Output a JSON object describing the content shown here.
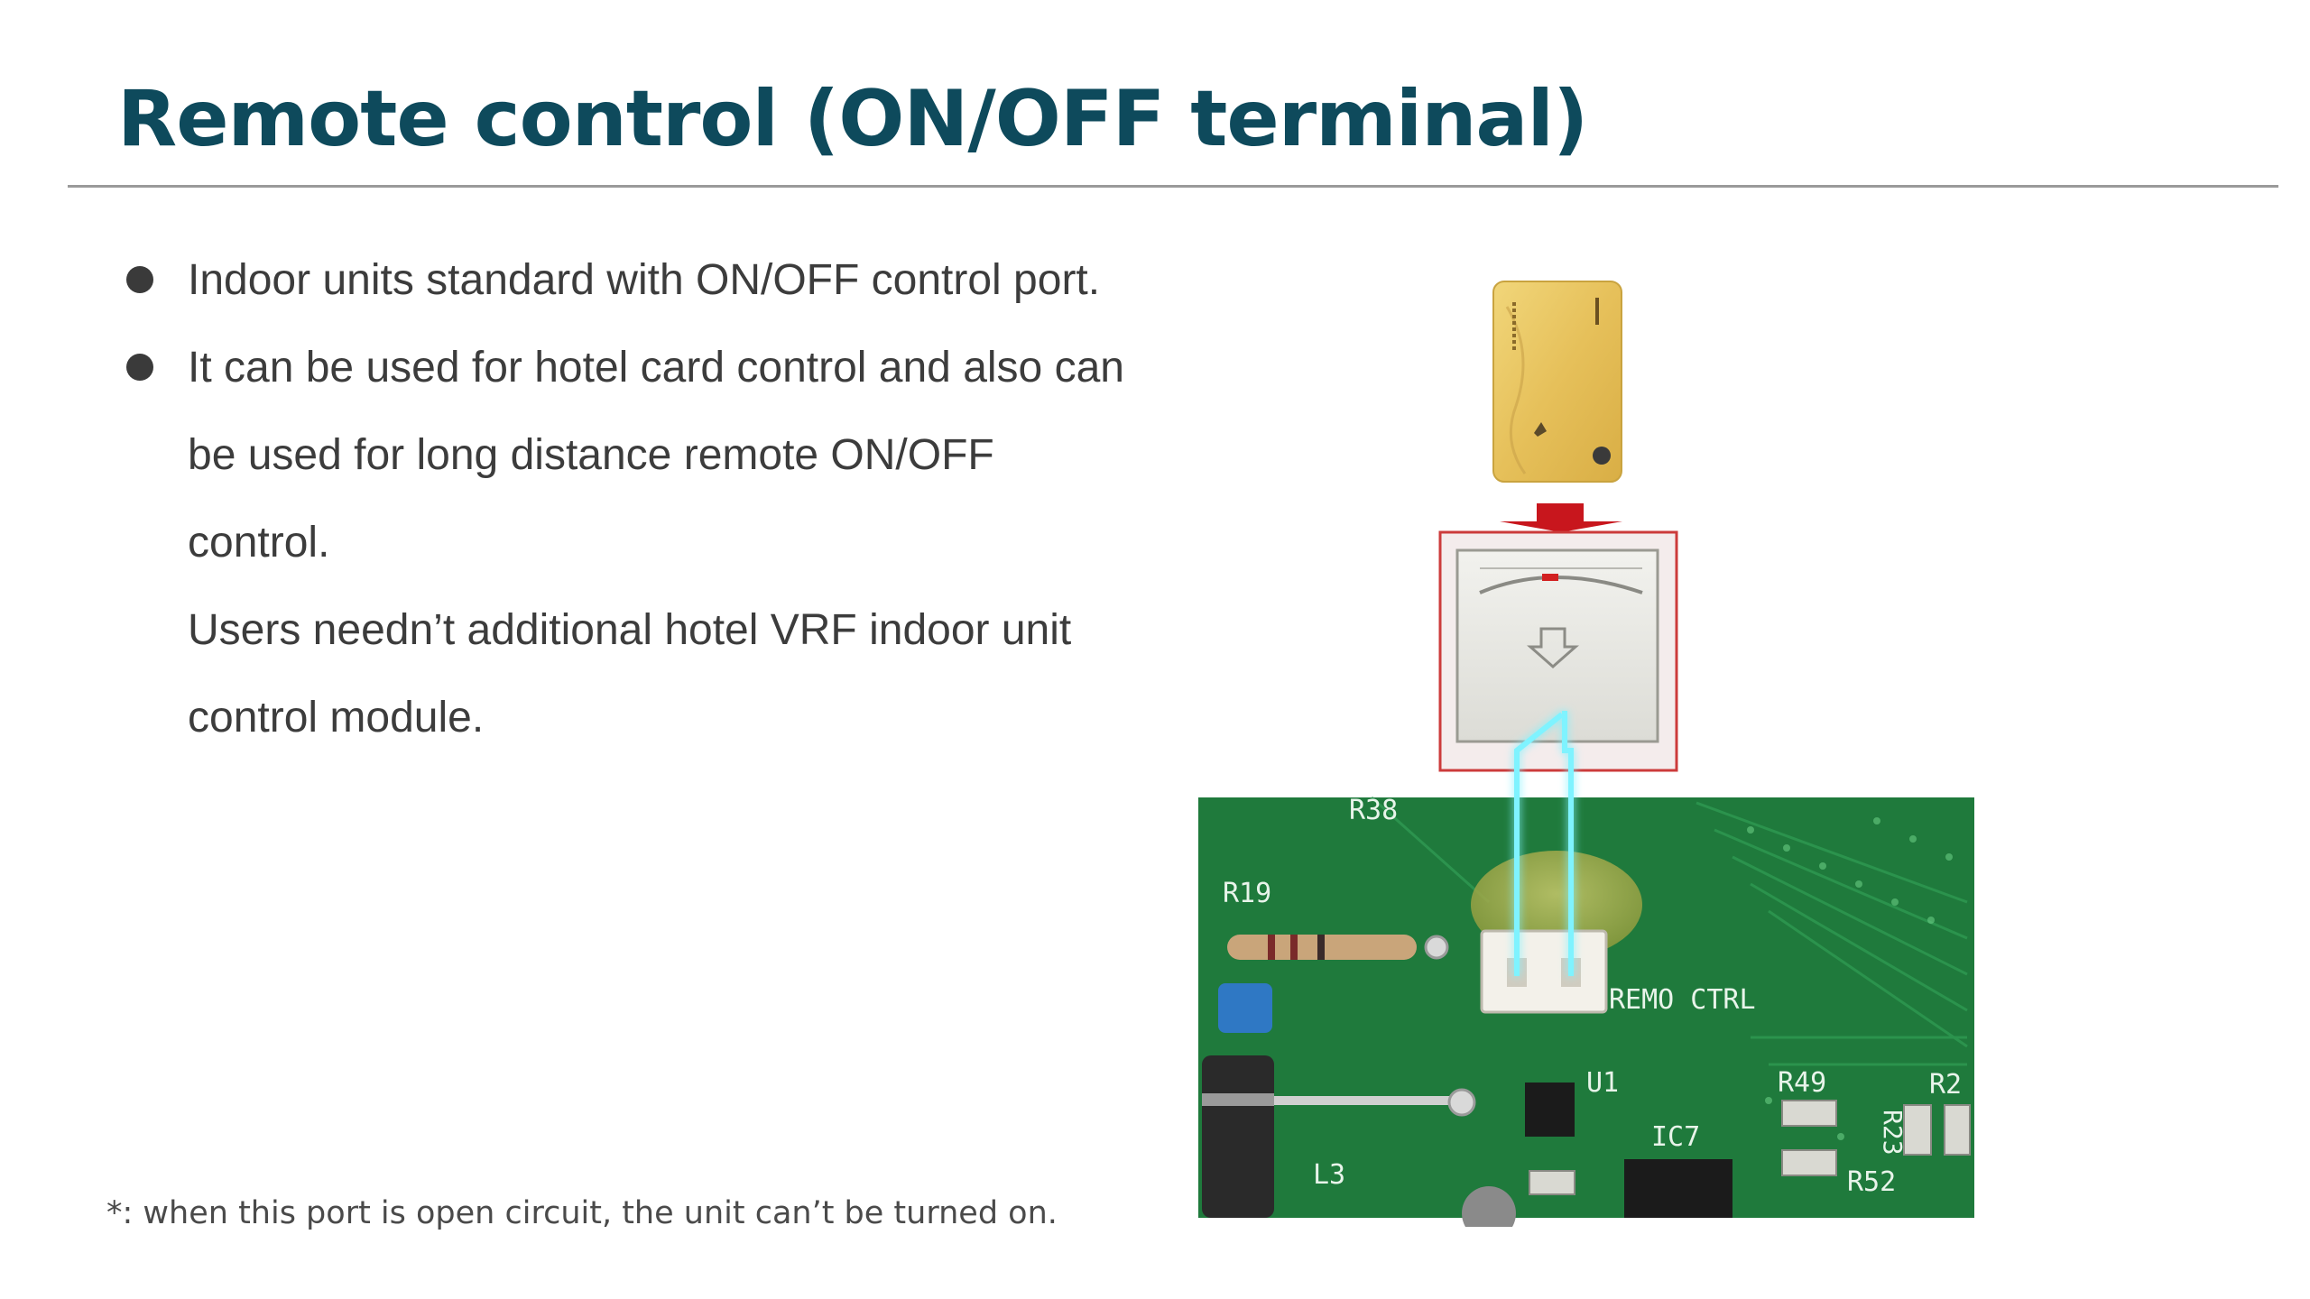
{
  "slide": {
    "title": "Remote control (ON/OFF terminal)",
    "bullets": [
      {
        "text": "Indoor units standard with ON/OFF control port."
      },
      {
        "text": "It can be used for hotel card control  and also can be used for long distance remote ON/OFF control. Users needn’t additional hotel VRF indoor unit control module."
      }
    ],
    "bullet_lines": [
      "Indoor units standard with ON/OFF control port.",
      "It can be used for hotel card control  and also can",
      "be used for long distance remote ON/OFF control.",
      "Users needn’t additional hotel VRF indoor unit",
      "control module."
    ],
    "footnote": "*: when this port is open circuit, the unit can’t be turned on."
  },
  "illustration": {
    "board_labels": {
      "r38": "R38",
      "r19": "R19",
      "remo_ctrl": "REMO CTRL",
      "u1": "U1",
      "ic7": "IC7",
      "r49": "R49",
      "r2": "R2",
      "r23": "R23",
      "r52": "R52",
      "l3": "L3"
    },
    "colors": {
      "title": "#0e4a5c",
      "card": "#e8c25a",
      "arrow": "#c8161d",
      "highlight_box": "#cc3b3b",
      "board": "#1f7a3c",
      "wire_glow": "#7ff3ff"
    }
  }
}
